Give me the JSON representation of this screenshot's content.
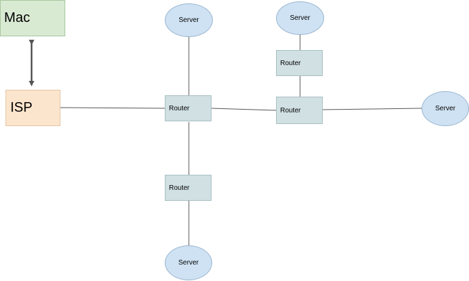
{
  "diagram": {
    "nodes": {
      "mac": "Mac",
      "isp": "ISP",
      "router_center": "Router",
      "router_right_top": "Router",
      "router_right": "Router",
      "router_bottom": "Router",
      "server_top": "Server",
      "server_top_right": "Server",
      "server_right": "Server",
      "server_bottom": "Server"
    },
    "edges": [
      {
        "from": "mac",
        "to": "isp",
        "style": "bidirectional-arrow"
      },
      {
        "from": "isp",
        "to": "router_center",
        "style": "line"
      },
      {
        "from": "server_top",
        "to": "router_center",
        "style": "line"
      },
      {
        "from": "router_center",
        "to": "router_right",
        "style": "line"
      },
      {
        "from": "router_center",
        "to": "router_bottom",
        "style": "line"
      },
      {
        "from": "router_bottom",
        "to": "server_bottom",
        "style": "line"
      },
      {
        "from": "server_top_right",
        "to": "router_right_top",
        "style": "line"
      },
      {
        "from": "router_right_top",
        "to": "router_right",
        "style": "line"
      },
      {
        "from": "router_right",
        "to": "server_right",
        "style": "line"
      }
    ],
    "colors": {
      "mac_fill": "#d9ead3",
      "isp_fill": "#fce5cd",
      "router_fill": "#d0e0e3",
      "server_fill": "#cfe2f3",
      "line": "#555555"
    }
  }
}
